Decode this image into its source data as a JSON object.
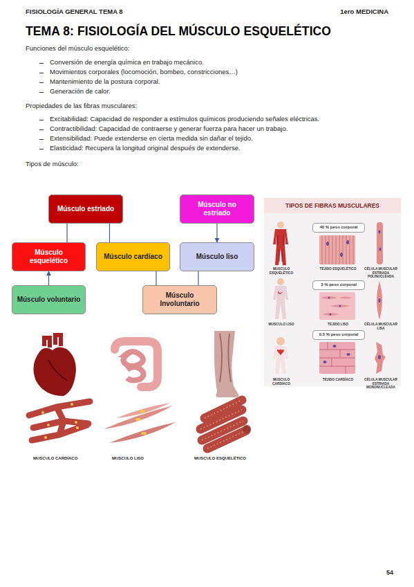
{
  "diagram": {
    "title": "TEMA 8: FISIOLOGÍA DEL MÚSCULO ESQUELÉTICO",
    "nodes": [
      {
        "text": [
          "Músculo estriado"
        ]
      },
      {
        "text": [
          "Músculo no estriado"
        ]
      },
      {
        "text": [
          "Músculo esquelético"
        ]
      },
      {
        "text": [
          "Músculo cardíaco"
        ]
      },
      {
        "text": [
          "Músculo liso"
        ]
      },
      {
        "text": [
          "Músculo voluntario"
        ]
      },
      {
        "text": [
          "Músculo Involuntario"
        ]
      },
      {
        "text": [
          "40 % peso corporal"
        ]
      },
      {
        "text": [
          "3 % peso corporal"
        ]
      },
      {
        "text": [
          "0.5 % peso corporal"
        ]
      }
    ],
    "edges": [
      {
        "from": 0,
        "to": 2,
        "arrow": "none"
      },
      {
        "from": 0,
        "to": 3,
        "arrow": "none"
      },
      {
        "from": 1,
        "to": 4,
        "arrow": "to"
      },
      {
        "from": 5,
        "to": 2,
        "arrow": "to"
      },
      {
        "from": 3,
        "to": 6,
        "arrow": "none"
      },
      {
        "from": 4,
        "to": 6,
        "arrow": "none"
      }
    ],
    "labels": [
      "FISIOLOGÍA GENERAL TEMA 8",
      "1ero MEDICINA",
      "Funciones del músculo esquelético:",
      "Conversión de energía química en trabajo mecánico.",
      "Movimientos corporales (locomoción, bombeo, constricciones…)",
      "Mantenimiento de la postura corporal.",
      "Generación de calor.",
      "Propiedades de las fibras musculares:",
      "Excitabilidad: Capacidad de responder a estímulos químicos produciendo señales eléctricas.",
      "Contractibilidad: Capacidad de contraerse y generar fuerza para hacer un trabajo.",
      "Extensibilidad: Puede extenderse en cierta medida sin dañar el tejido.",
      "Elasticidad: Recupera la longitud original después de extenderse.",
      "Tipos de músculo:",
      "TIPOS DE FIBRAS MUSCULARES",
      "MUSCULO ESQUELÉTICO",
      "TEJIDO ESQUELÉTICO",
      "CÉLULA MUSCULAR ESTRIADA POLINUCLEADA",
      "MUSCULO LISO",
      "TEJIDO LISO",
      "CÉLULA MUSCULAR LISA",
      "MUSCULO CARDÍACO",
      "TEJIDO CARDÍACO",
      "CÉLULA MUSCULAR ESTRIADA MONONUCLEADA",
      "MUSCULO CARDÍACO",
      "MUSCULO LISO",
      "MUSCULO ESQUELÉTICO",
      "54"
    ]
  }
}
